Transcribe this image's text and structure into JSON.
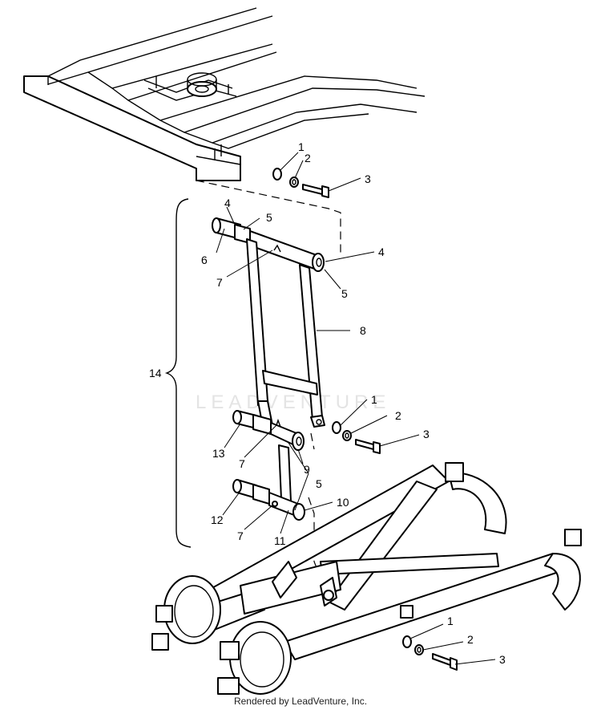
{
  "watermark": "LEADVENTURE",
  "footer": "Rendered by LeadVenture, Inc.",
  "callouts": [
    {
      "id": "c1a",
      "text": "1"
    },
    {
      "id": "c2a",
      "text": "2"
    },
    {
      "id": "c3a",
      "text": "3"
    },
    {
      "id": "c4a",
      "text": "4"
    },
    {
      "id": "c5a",
      "text": "5"
    },
    {
      "id": "c6",
      "text": "6"
    },
    {
      "id": "c7a",
      "text": "7"
    },
    {
      "id": "c4b",
      "text": "4"
    },
    {
      "id": "c5b",
      "text": "5"
    },
    {
      "id": "c8",
      "text": "8"
    },
    {
      "id": "c14",
      "text": "14"
    },
    {
      "id": "c1b",
      "text": "1"
    },
    {
      "id": "c2b",
      "text": "2"
    },
    {
      "id": "c3b",
      "text": "3"
    },
    {
      "id": "c13",
      "text": "13"
    },
    {
      "id": "c7b",
      "text": "7"
    },
    {
      "id": "c9",
      "text": "9"
    },
    {
      "id": "c5c",
      "text": "5"
    },
    {
      "id": "c10",
      "text": "10"
    },
    {
      "id": "c12",
      "text": "12"
    },
    {
      "id": "c7c",
      "text": "7"
    },
    {
      "id": "c11",
      "text": "11"
    },
    {
      "id": "c1c",
      "text": "1"
    },
    {
      "id": "c2c",
      "text": "2"
    },
    {
      "id": "c3c",
      "text": "3"
    }
  ]
}
